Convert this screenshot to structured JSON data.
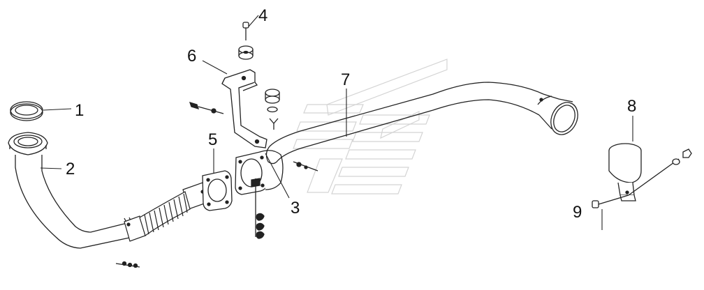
{
  "callouts": [
    {
      "id": "1",
      "text": "1"
    },
    {
      "id": "2",
      "text": "2"
    },
    {
      "id": "3",
      "text": "3"
    },
    {
      "id": "4",
      "text": "4"
    },
    {
      "id": "5",
      "text": "5"
    },
    {
      "id": "6",
      "text": "6"
    },
    {
      "id": "7",
      "text": "7"
    },
    {
      "id": "8",
      "text": "8"
    },
    {
      "id": "9",
      "text": "9"
    }
  ],
  "colors": {
    "line": "#222222",
    "hatch": "#9a9a9a",
    "watermark": "#d4d4d4",
    "fill": "#ffffff"
  }
}
